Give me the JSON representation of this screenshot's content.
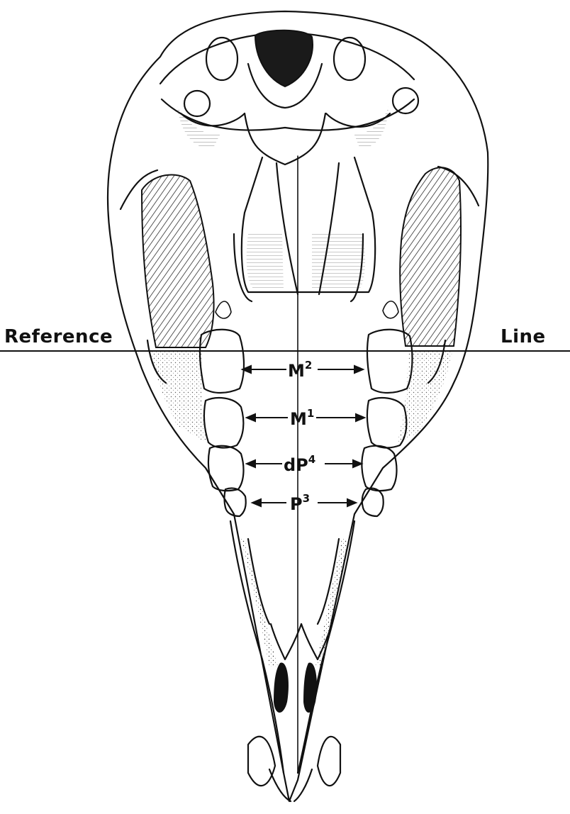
{
  "reference_line": {
    "left_text": "Reference",
    "right_text": "Line"
  },
  "teeth": [
    {
      "base": "M",
      "sup": "2"
    },
    {
      "base": "M",
      "sup": "1"
    },
    {
      "base": "dP",
      "sup": "4"
    },
    {
      "base": "P",
      "sup": "3"
    }
  ],
  "colors": {
    "ink": "#111111",
    "palate": "#1a1a1a",
    "background": "#ffffff"
  }
}
